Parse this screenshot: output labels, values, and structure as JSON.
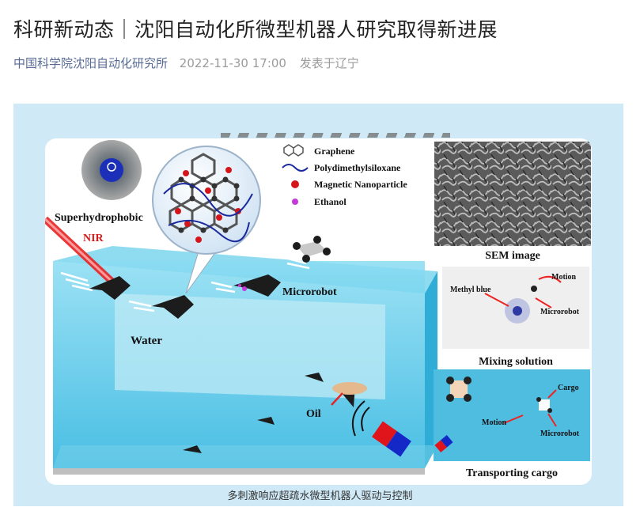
{
  "article": {
    "title": "科研新动态｜沈阳自动化所微型机器人研究取得新进展",
    "source": "中国科学院沈阳自动化研究所",
    "datetime": "2022-11-30 17:00",
    "location": "发表于辽宁"
  },
  "figure": {
    "caption": "多刺激响应超疏水微型机器人驱动与控制",
    "labels": {
      "superhydrophobic": "Superhydrophobic",
      "nir": "NIR",
      "water": "Water",
      "microrobot": "Microrobot",
      "oil": "Oil"
    },
    "legend": [
      {
        "label": "Graphene",
        "icon": "graphene-icon"
      },
      {
        "label": "Polydimethylsiloxane",
        "icon": "pdms-line-icon",
        "color": "#1a2a9e"
      },
      {
        "label": "Magnetic Nanoparticle",
        "icon": "nanoparticle-icon",
        "color": "#d4161b"
      },
      {
        "label": "Ethanol",
        "icon": "ethanol-icon",
        "color": "#c43ad6"
      }
    ],
    "insets": {
      "sem": {
        "title": "SEM image"
      },
      "mixing": {
        "title": "Mixing solution",
        "labels": {
          "methyl_blue": "Methyl blue",
          "motion": "Motion",
          "microrobot": "Microrobot"
        }
      },
      "cargo": {
        "title": "Transporting cargo",
        "labels": {
          "cargo": "Cargo",
          "motion": "Motion",
          "microrobot": "Microrobot"
        }
      }
    },
    "colors": {
      "water": "#45c3e6",
      "background": "#cfe9f6",
      "magnet_red": "#e0141b",
      "magnet_blue": "#1428c8"
    }
  }
}
